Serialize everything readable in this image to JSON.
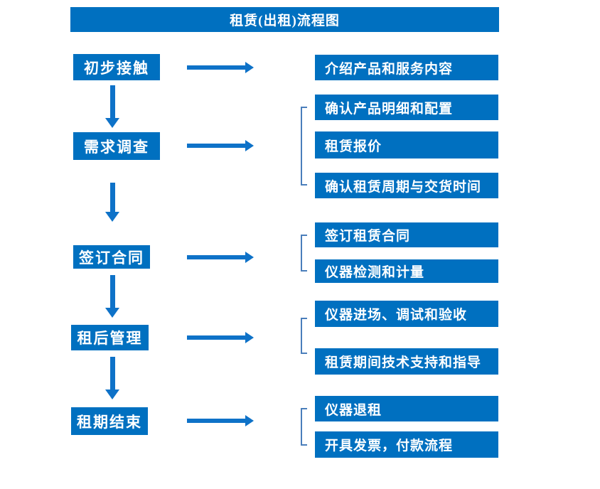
{
  "title": "租赁(出租)流程图",
  "colors": {
    "box_blue": "#0070C0",
    "arrow_blue": "#0E72C8",
    "bracket_blue": "#4A7EBB",
    "text_white": "#FFFFFF",
    "background": "#FFFFFF"
  },
  "flow": {
    "steps": [
      {
        "label": "初步接触",
        "outputs": [
          "介绍产品和服务内容"
        ]
      },
      {
        "label": "需求调查",
        "outputs": [
          "确认产品明细和配置",
          "租赁报价",
          "确认租赁周期与交货时间"
        ]
      },
      {
        "label": "签订合同",
        "outputs": [
          "签订租赁合同",
          "仪器检测和计量"
        ]
      },
      {
        "label": "租后管理",
        "outputs": [
          "仪器进场、调试和验收",
          "租赁期间技术支持和指导"
        ]
      },
      {
        "label": "租期结束",
        "outputs": [
          "仪器退租",
          "开具发票，付款流程"
        ]
      }
    ]
  }
}
